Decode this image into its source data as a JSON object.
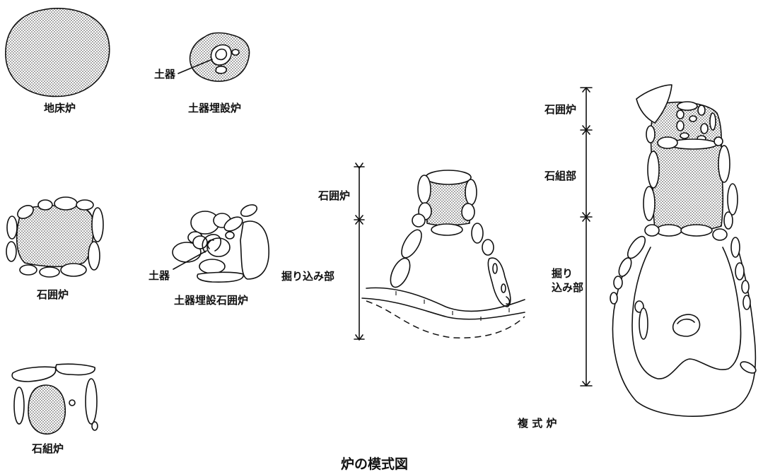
{
  "figure_title": "炉の模式図",
  "labels": {
    "jishoro": "地床炉",
    "doki_maisetsuro": "土器埋設炉",
    "ishigakoiro": "石囲炉",
    "doki_maisetsu_ishigakoiro": "土器埋設石囲炉",
    "ishigumiro": "石組炉",
    "doki": "土器",
    "fukushikiro": "複 式 炉"
  },
  "middle_diagram": {
    "ishigakoiro": "石囲炉",
    "horikomibu": "掘り込み部"
  },
  "right_diagram": {
    "ishigakoiro": "石囲炉",
    "ishigumibu": "石組部",
    "horikomibu_line1": "掘り",
    "horikomibu_line2": "込み部"
  }
}
